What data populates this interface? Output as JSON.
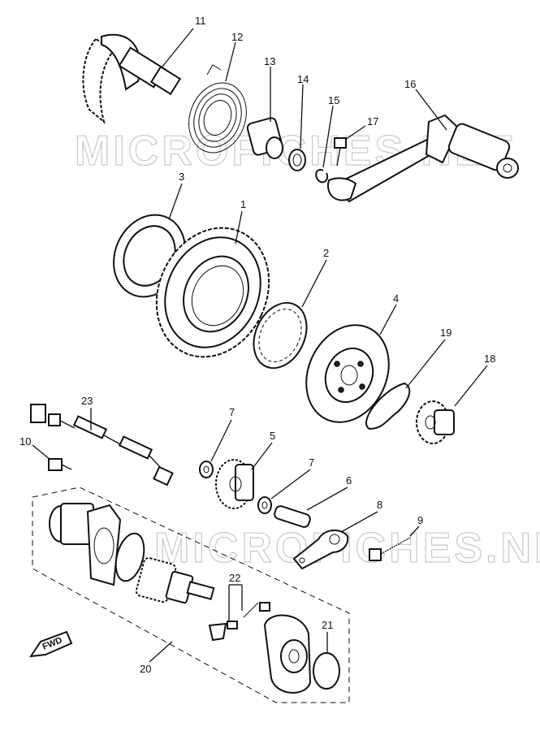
{
  "watermarks": [
    {
      "id": "top",
      "text": "MICROFICHES.NET"
    },
    {
      "id": "bottom",
      "text": "MICROFICHES.NET"
    }
  ],
  "callouts": [
    {
      "id": "11",
      "text": "11"
    },
    {
      "id": "12",
      "text": "12"
    },
    {
      "id": "13",
      "text": "13"
    },
    {
      "id": "14",
      "text": "14"
    },
    {
      "id": "15",
      "text": "15"
    },
    {
      "id": "17",
      "text": "17"
    },
    {
      "id": "16",
      "text": "16"
    },
    {
      "id": "3",
      "text": "3"
    },
    {
      "id": "1",
      "text": "1"
    },
    {
      "id": "2",
      "text": "2"
    },
    {
      "id": "4",
      "text": "4"
    },
    {
      "id": "19",
      "text": "19"
    },
    {
      "id": "18",
      "text": "18"
    },
    {
      "id": "23",
      "text": "23"
    },
    {
      "id": "10",
      "text": "10"
    },
    {
      "id": "7a",
      "text": "7"
    },
    {
      "id": "5",
      "text": "5"
    },
    {
      "id": "7b",
      "text": "7"
    },
    {
      "id": "6",
      "text": "6"
    },
    {
      "id": "8",
      "text": "8"
    },
    {
      "id": "9",
      "text": "9"
    },
    {
      "id": "22",
      "text": "22"
    },
    {
      "id": "21",
      "text": "21"
    },
    {
      "id": "20",
      "text": "20"
    }
  ],
  "fwd_label": "FWD"
}
